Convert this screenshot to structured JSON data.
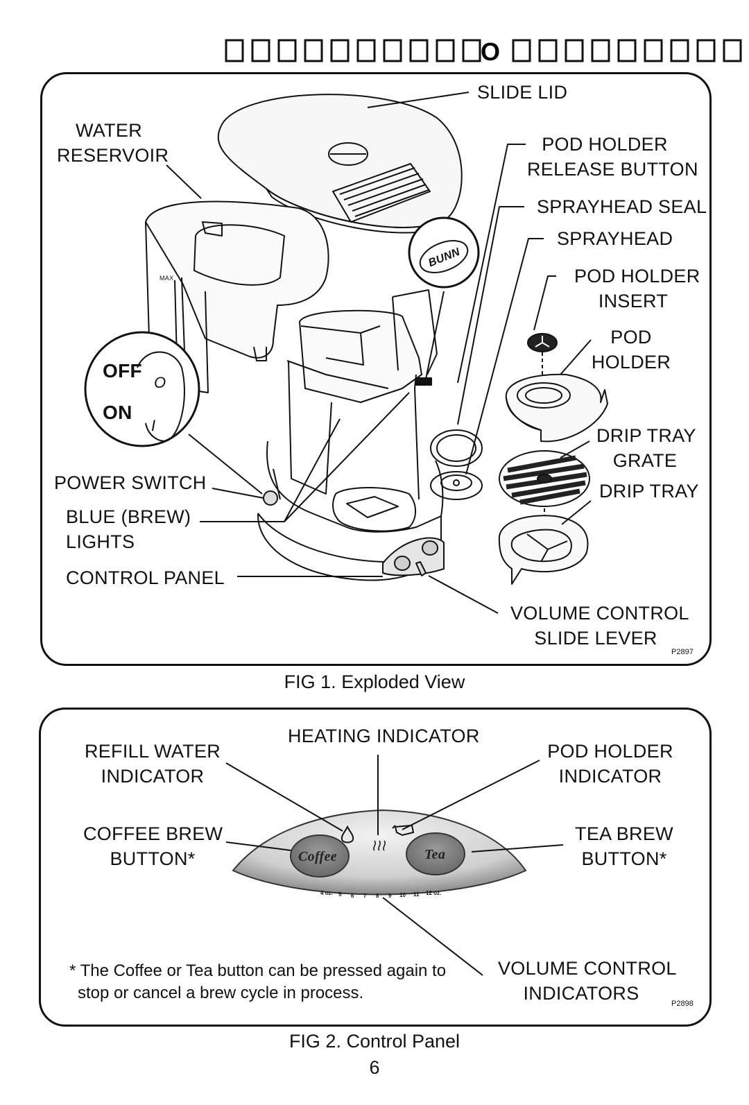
{
  "header": {
    "text": "□□□□□□□□□□O□□□□□□□□□"
  },
  "fig1": {
    "labels": {
      "slide_lid": "SLIDE LID",
      "water_reservoir_1": "WATER",
      "water_reservoir_2": "RESERVOIR",
      "pod_release_1": "POD HOLDER",
      "pod_release_2": "RELEASE BUTTON",
      "sprayhead_seal": "SPRAYHEAD SEAL",
      "sprayhead": "SPRAYHEAD",
      "pod_insert_1": "POD HOLDER",
      "pod_insert_2": "INSERT",
      "pod_holder_1": "POD",
      "pod_holder_2": "HOLDER",
      "grate_1": "DRIP TRAY",
      "grate_2": "GRATE",
      "drip_tray": "DRIP TRAY",
      "power_switch": "POWER SWITCH",
      "blue_lights_1": "BLUE (BREW)",
      "blue_lights_2": "LIGHTS",
      "control_panel": "CONTROL PANEL",
      "volume_lever_1": "VOLUME CONTROL",
      "volume_lever_2": "SLIDE LEVER",
      "off": "OFF",
      "on": "ON",
      "switch_o": "O",
      "switch_i": "I",
      "bunn_logo": "BUNN",
      "max_mark": "MAX"
    },
    "code": "P2897",
    "caption": "FIG 1. Exploded View"
  },
  "fig2": {
    "labels": {
      "heating_indicator": "HEATING INDICATOR",
      "refill_1": "REFILL WATER",
      "refill_2": "INDICATOR",
      "pod_ind_1": "POD HOLDER",
      "pod_ind_2": "INDICATOR",
      "coffee_btn_1": "COFFEE BREW",
      "coffee_btn_2": "BUTTON*",
      "tea_btn_1": "TEA BREW",
      "tea_btn_2": "BUTTON*",
      "volume_ind_1": "VOLUME CONTROL",
      "volume_ind_2": "INDICATORS"
    },
    "coffee_button": "Coffee",
    "tea_button": "Tea",
    "scale": [
      "4 oz.",
      "5",
      "6",
      "7",
      "8",
      "9",
      "10",
      "11",
      "12 oz."
    ],
    "note_1": "* The Coffee or Tea button can be pressed again to",
    "note_2": "stop or cancel a brew cycle in process.",
    "code": "P2898",
    "caption": "FIG 2. Control Panel"
  },
  "page_number": "6"
}
